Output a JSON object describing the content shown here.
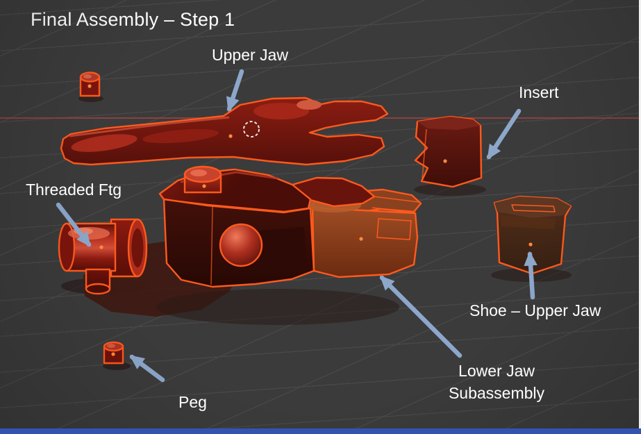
{
  "title": "Final Assembly – Step 1",
  "labels": {
    "upper_jaw": "Upper Jaw",
    "insert": "Insert",
    "threaded_ftg": "Threaded Ftg",
    "shoe_upper_jaw": "Shoe – Upper Jaw",
    "lower_jaw_line1": "Lower Jaw",
    "lower_jaw_line2": "Subassembly",
    "peg": "Peg"
  },
  "colors": {
    "viewport_bg": "#3b3b3b",
    "grid_line": "#484848",
    "axis_x": "#9e4340",
    "selection_outline": "#ff5a1c",
    "origin_dot": "#ff8a3c",
    "arrow_blue": "#8ca7ca",
    "label_text": "#ffffff",
    "bottom_bar": "#3254b0",
    "part_bright_red": "#c03a28",
    "part_dark_red": "#6f150d",
    "part_deep_maroon": "#3f0e08",
    "part_orange_brown": "#98491f",
    "part_dark_brown": "#4c2917"
  }
}
